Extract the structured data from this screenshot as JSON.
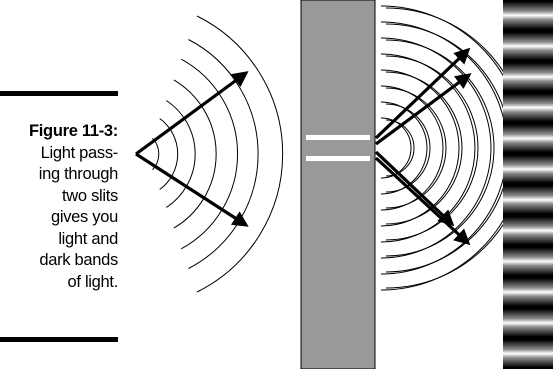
{
  "caption": {
    "label": "Figure 11-3:",
    "lines": [
      "Light pass-",
      "ing through",
      "two slits",
      "gives you",
      "light and",
      "dark bands",
      "of light."
    ]
  },
  "colors": {
    "barrier": "#999999",
    "lines": "#000000",
    "slit": "#ffffff",
    "screen_dark": "#000000",
    "screen_light": "#ffffff"
  },
  "screen": {
    "band_count": 12
  }
}
